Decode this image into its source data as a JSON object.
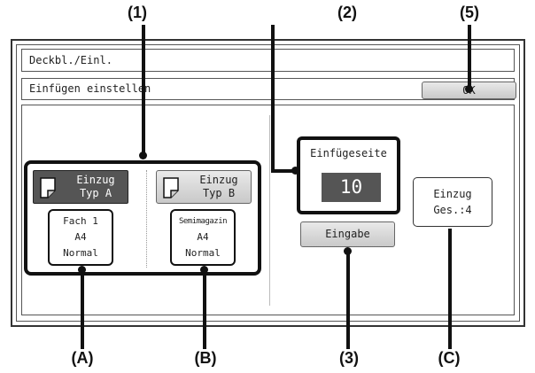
{
  "callouts": {
    "c1": "(1)",
    "c2": "(2)",
    "c5": "(5)",
    "cA": "(A)",
    "cB": "(B)",
    "c3": "(3)",
    "cC": "(C)"
  },
  "screen": {
    "title": "Deckbl./Einl.",
    "subtitle": "Einfügen einstellen",
    "ok_label": "OK"
  },
  "tray_a": {
    "button_line1": "Einzug",
    "button_line2": "Typ A",
    "info": [
      "Fach 1",
      "A4",
      "Normal"
    ]
  },
  "tray_b": {
    "button_line1": "Einzug",
    "button_line2": "Typ B",
    "info": [
      "Semimagazin",
      "A4",
      "Normal"
    ]
  },
  "insert_page": {
    "label": "Einfügeseite",
    "value": "10",
    "enter_label": "Eingabe"
  },
  "total": {
    "line1": "Einzug",
    "line2": "Ges.:4"
  }
}
